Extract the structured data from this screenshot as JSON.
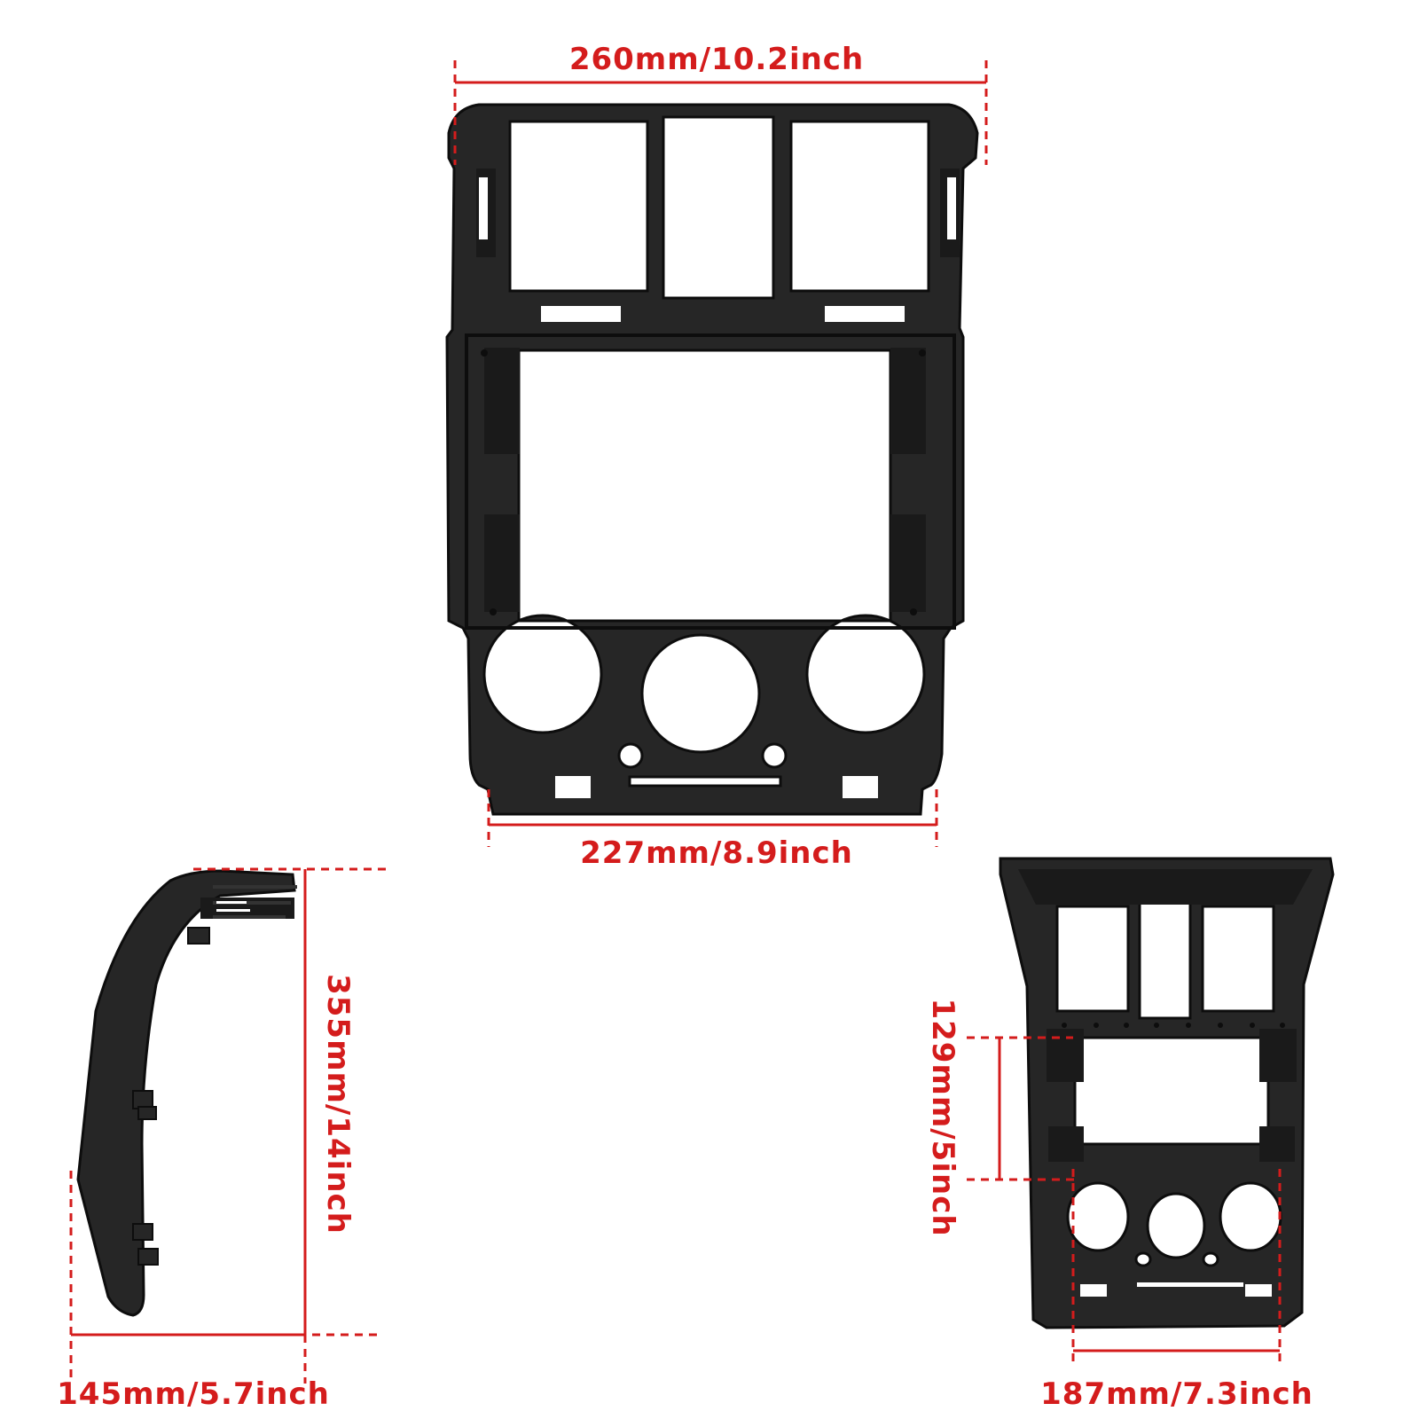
{
  "colors": {
    "dimension": "#d41c1c",
    "panel": "#262626",
    "panel_edge": "#0d0d0d",
    "background": "#ffffff"
  },
  "dimensions": {
    "top_width": "260mm/10.2inch",
    "bottom_width": "227mm/8.9inch",
    "height": "355mm/14inch",
    "depth": "145mm/5.7inch",
    "opening_height": "129mm/5inch",
    "small_view_width": "187mm/7.3inch"
  }
}
